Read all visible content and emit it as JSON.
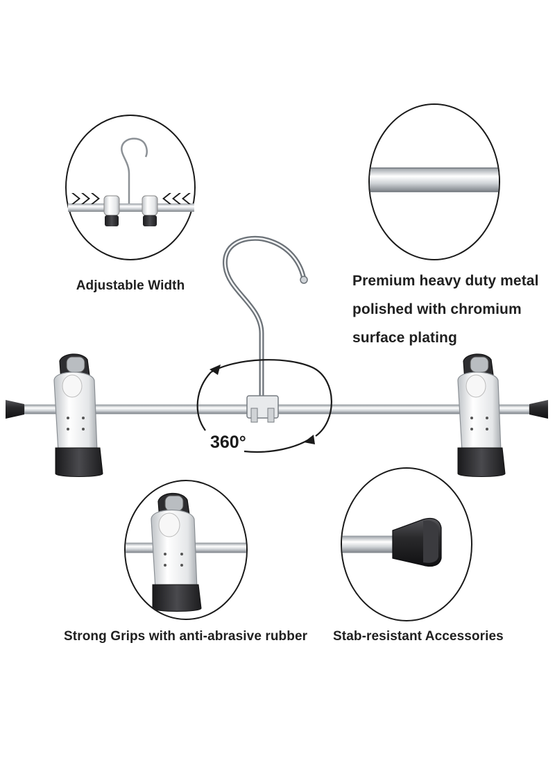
{
  "captions": {
    "adjustable_width": "Adjustable Width",
    "premium_line1": "Premium heavy duty metal",
    "premium_line2": "polished with chromium",
    "premium_line3": "surface plating",
    "strong_grips": "Strong Grips with anti-abrasive rubber",
    "stab_resistant": "Stab-resistant Accessories"
  },
  "rotation_label": "360°",
  "colors": {
    "chrome": "#d9dce0",
    "rubber": "#2b2b2d",
    "clip_white": "#f2f2f2",
    "outline": "#1a1a1a",
    "background": "#ffffff"
  }
}
